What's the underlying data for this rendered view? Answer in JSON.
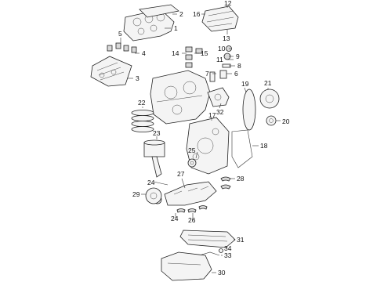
{
  "callouts": [
    "1",
    "2",
    "3",
    "4",
    "5",
    "6",
    "7",
    "8",
    "9",
    "10",
    "11",
    "12",
    "13",
    "14",
    "15",
    "16",
    "17",
    "18",
    "19",
    "20",
    "21",
    "22",
    "23",
    "24",
    "24",
    "25",
    "26",
    "27",
    "28",
    "29",
    "30",
    "31",
    "32",
    "33",
    "34"
  ]
}
